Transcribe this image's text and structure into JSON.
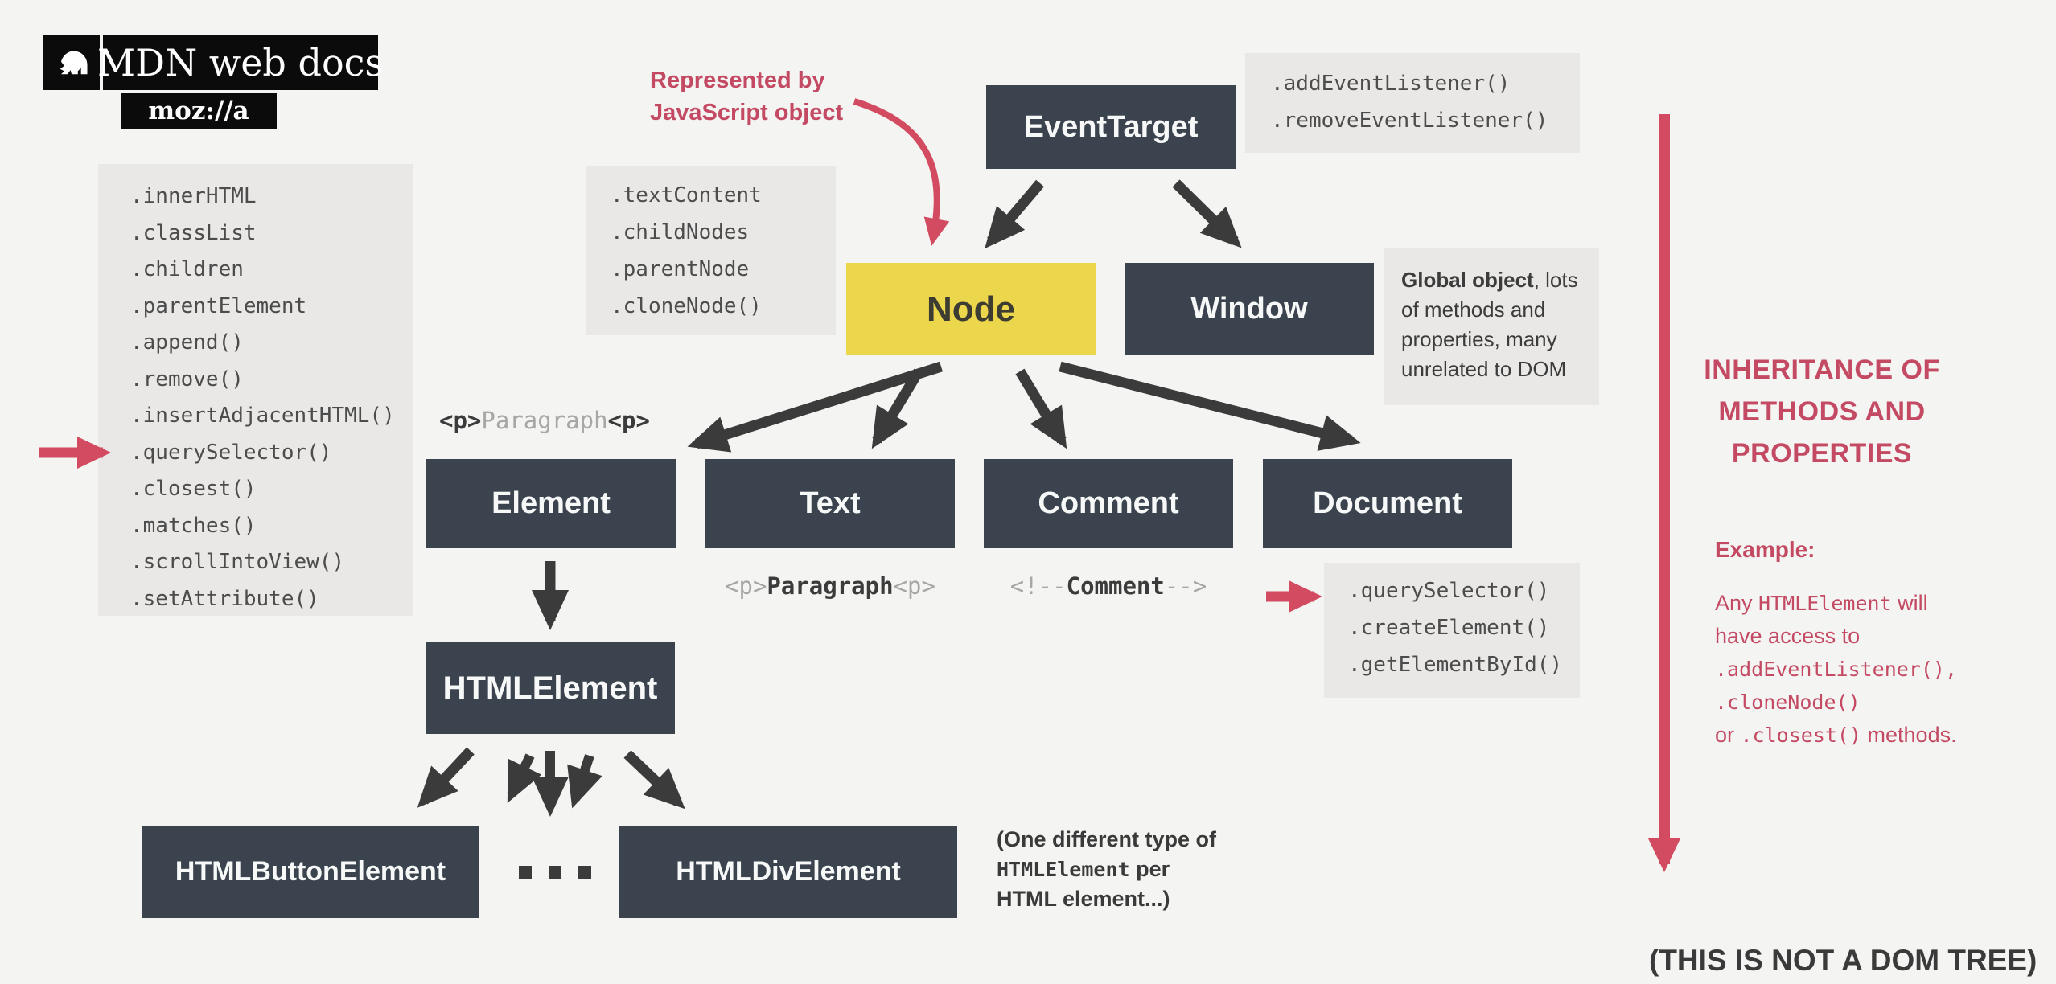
{
  "colors": {
    "background": "#f4f4f2",
    "box_dark": "#3b444e",
    "box_yellow": "#ecd64b",
    "panel_gray": "#e9e8e6",
    "accent_red": "#c44a63",
    "arrow_red": "#d24b60",
    "arrow_black": "#3b3b3b",
    "code_text": "#4c4c4c"
  },
  "logo": {
    "title": "MDN web docs",
    "subtitle": "moz://a"
  },
  "boxes": {
    "event_target": "EventTarget",
    "node": "Node",
    "window": "Window",
    "element": "Element",
    "text": "Text",
    "comment": "Comment",
    "document": "Document",
    "html_element": "HTMLElement",
    "html_button": "HTMLButtonElement",
    "html_div": "HTMLDivElement"
  },
  "code_lists": {
    "element_props": [
      ".innerHTML",
      ".classList",
      ".children",
      ".parentElement",
      ".append()",
      ".remove()",
      ".insertAdjacentHTML()",
      ".querySelector()",
      ".closest()",
      ".matches()",
      ".scrollIntoView()",
      ".setAttribute()"
    ],
    "node_props": [
      ".textContent",
      ".childNodes",
      ".parentNode",
      ".cloneNode()"
    ],
    "event_target_methods": [
      ".addEventListener()",
      ".removeEventListener()"
    ],
    "document_methods": [
      ".querySelector()",
      ".createElement()",
      ".getElementById()"
    ]
  },
  "annotations": {
    "represented_line1": "Represented by",
    "represented_line2": "JavaScript object",
    "global_object_lines": [
      [
        {
          "t": "Global object",
          "s": "bold"
        },
        {
          "t": ", lots",
          "s": "plain"
        }
      ],
      [
        {
          "t": "of methods and",
          "s": "plain"
        }
      ],
      [
        {
          "t": "properties, many",
          "s": "plain"
        }
      ],
      [
        {
          "t": "unrelated to DOM",
          "s": "plain"
        }
      ]
    ],
    "p_paragraph_top": [
      {
        "t": "<p>",
        "s": "dark"
      },
      {
        "t": "Paragraph",
        "s": "gray"
      },
      {
        "t": "<p>",
        "s": "dark"
      }
    ],
    "p_paragraph_bottom": [
      {
        "t": "<p>",
        "s": "gray"
      },
      {
        "t": "Paragraph",
        "s": "dark"
      },
      {
        "t": "<p>",
        "s": "gray"
      }
    ],
    "comment_bottom": [
      {
        "t": "<!--",
        "s": "gray"
      },
      {
        "t": "Comment",
        "s": "dark"
      },
      {
        "t": "-->",
        "s": "gray"
      }
    ],
    "one_different_lines": [
      [
        {
          "t": "(One different type of",
          "s": "plain"
        }
      ],
      [
        {
          "t": "HTMLElement",
          "s": "mono"
        },
        {
          "t": " per",
          "s": "plain"
        }
      ],
      [
        {
          "t": "HTML element...)",
          "s": "plain"
        }
      ]
    ],
    "inheritance_lines": [
      "INHERITANCE OF",
      "METHODS AND",
      "PROPERTIES"
    ],
    "example_heading": "Example:",
    "example_lines": [
      [
        {
          "t": "Any ",
          "s": "plain"
        },
        {
          "t": "HTMLElement",
          "s": "mono"
        },
        {
          "t": " will",
          "s": "plain"
        }
      ],
      [
        {
          "t": "have access to",
          "s": "plain"
        }
      ],
      [
        {
          "t": ".addEventListener(),",
          "s": "mono"
        }
      ],
      [
        {
          "t": ".cloneNode()",
          "s": "mono"
        }
      ],
      [
        {
          "t": "or ",
          "s": "plain"
        },
        {
          "t": ".closest()",
          "s": "mono"
        },
        {
          "t": " methods.",
          "s": "plain"
        }
      ]
    ],
    "not_dom_tree": "(THIS IS NOT A DOM TREE)"
  }
}
